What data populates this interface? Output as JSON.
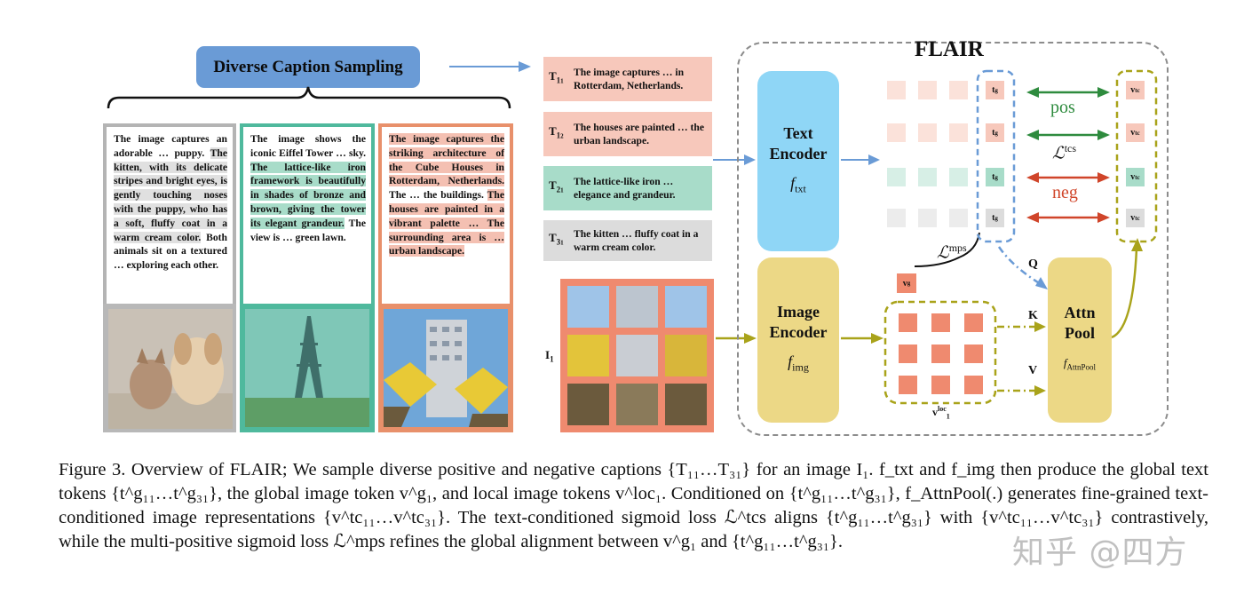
{
  "figure": {
    "sampling_label": "Diverse Caption Sampling",
    "panels": [
      {
        "id": "puppy",
        "segments": [
          {
            "text": "The image captures an adorable … puppy.",
            "hl": ""
          },
          {
            "text": "The kitten, with its delicate stripes and bright eyes, is gently touching noses with the puppy, who has a soft, fluffy coat in a warm cream color.",
            "hl": "gray"
          },
          {
            "text": "Both animals sit on a textured … exploring each other.",
            "hl": ""
          }
        ]
      },
      {
        "id": "eiffel",
        "segments": [
          {
            "text": "The image shows the iconic Eiffel Tower … sky.",
            "hl": ""
          },
          {
            "text": "The lattice-like iron framework is beautifully in shades of bronze and brown, giving the tower its elegant grandeur.",
            "hl": "green"
          },
          {
            "text": "The view is … green lawn.",
            "hl": ""
          }
        ]
      },
      {
        "id": "cube",
        "segments": [
          {
            "text": "The image captures the striking architecture of the Cube Houses in Rotterdam, Netherlands.",
            "hl": "red"
          },
          {
            "text": "The … the buildings.",
            "hl": ""
          },
          {
            "text": "The houses are painted in a vibrant palette … The surrounding area is … urban landscape.",
            "hl": "red"
          }
        ]
      }
    ],
    "captions": [
      {
        "label": "T",
        "sub": "1",
        "subsub": "1",
        "text": "The image captures … in Rotterdam, Netherlands.",
        "color": "#f7c8bb"
      },
      {
        "label": "T",
        "sub": "1",
        "subsub": "2",
        "text": "The houses are painted … the urban landscape.",
        "color": "#f7c8bb"
      },
      {
        "label": "T",
        "sub": "2",
        "subsub": "1",
        "text": "The lattice-like iron … elegance and grandeur.",
        "color": "#a8dcc9"
      },
      {
        "label": "T",
        "sub": "3",
        "subsub": "1",
        "text": "The kitten … fluffy coat in a warm cream color.",
        "color": "#dcdcdc"
      }
    ],
    "image_label": "I",
    "image_label_sub": "1",
    "flair_title": "FLAIR",
    "text_encoder": {
      "line1": "Text",
      "line2": "Encoder",
      "fn": "f",
      "fn_sub": "txt"
    },
    "image_encoder": {
      "line1": "Image",
      "line2": "Encoder",
      "fn": "f",
      "fn_sub": "img"
    },
    "attn_pool": {
      "line1": "Attn",
      "line2": "Pool",
      "fn": "f",
      "fn_sub": "AttnPool"
    },
    "pos_label": "pos",
    "neg_label": "neg",
    "tcs_loss": "ℒ",
    "tcs_sup": "tcs",
    "mps_loss": "ℒ",
    "mps_sup": "mps",
    "q_label": "Q",
    "k_label": "K",
    "v_label": "V",
    "vloc_label": "v",
    "vloc_sup": "loc",
    "vloc_sub": "1",
    "colors": {
      "blue": "#6a9bd6",
      "green": "#2e8b3e",
      "red": "#d0452a",
      "olive": "#a9a31a",
      "token_red": "#ef8a6f",
      "token_green": "#a8dcc9",
      "token_gray": "#dcdcdc"
    }
  },
  "caption": {
    "lead": "Figure 3. Overview of FLAIR; We sample diverse positive and negative captions {T",
    "text": "Figure 3. Overview of FLAIR; We sample diverse positive and negative captions {T₁₁…T₃₁} for an image I₁. f_txt and f_img then produce the global text tokens {t^g₁₁…t^g₃₁}, the global image token v^g₁, and local image tokens v^loc₁. Conditioned on {t^g₁₁…t^g₃₁}, f_AttnPool(.) generates fine-grained text-conditioned image representations {v^tc₁₁…v^tc₃₁}. The text-conditioned sigmoid loss ℒ^tcs aligns {t^g₁₁…t^g₃₁} with {v^tc₁₁…v^tc₃₁} contrastively, while the multi-positive sigmoid loss ℒ^mps refines the global alignment between v^g₁ and {t^g₁₁…t^g₃₁}."
  },
  "watermark": "知乎 @四方"
}
